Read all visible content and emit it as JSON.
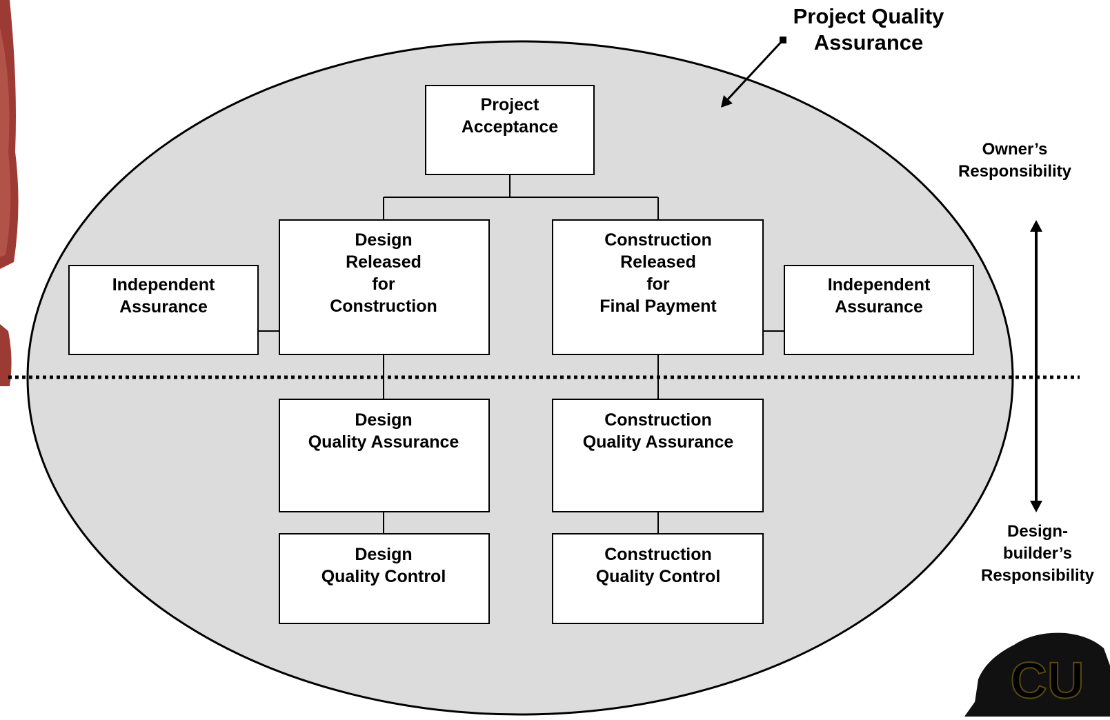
{
  "diagram": {
    "callout_label": [
      "Project Quality",
      "Assurance"
    ],
    "nodes": {
      "project_acceptance": [
        "Project",
        "Acceptance"
      ],
      "design_released": [
        "Design",
        "Released",
        "for",
        "Construction"
      ],
      "construction_released": [
        "Construction",
        "Released",
        "for",
        "Final Payment"
      ],
      "independent_assurance_left": [
        "Independent",
        "Assurance"
      ],
      "independent_assurance_right": [
        "Independent",
        "Assurance"
      ],
      "design_qa": [
        "Design",
        "Quality Assurance"
      ],
      "construction_qa": [
        "Construction",
        "Quality Assurance"
      ],
      "design_qc": [
        "Design",
        "Quality Control"
      ],
      "construction_qc": [
        "Construction",
        "Quality Control"
      ]
    },
    "owner_label": [
      "Owner’s",
      "Responsibility"
    ],
    "designbuilder_label": [
      "Design-",
      "builder’s",
      "Responsibility"
    ],
    "colors": {
      "ellipse_fill": "#dcdcdc",
      "logo_gold": "#e0b830",
      "logo_black": "#111111",
      "left_image": "#9c3b33"
    }
  }
}
